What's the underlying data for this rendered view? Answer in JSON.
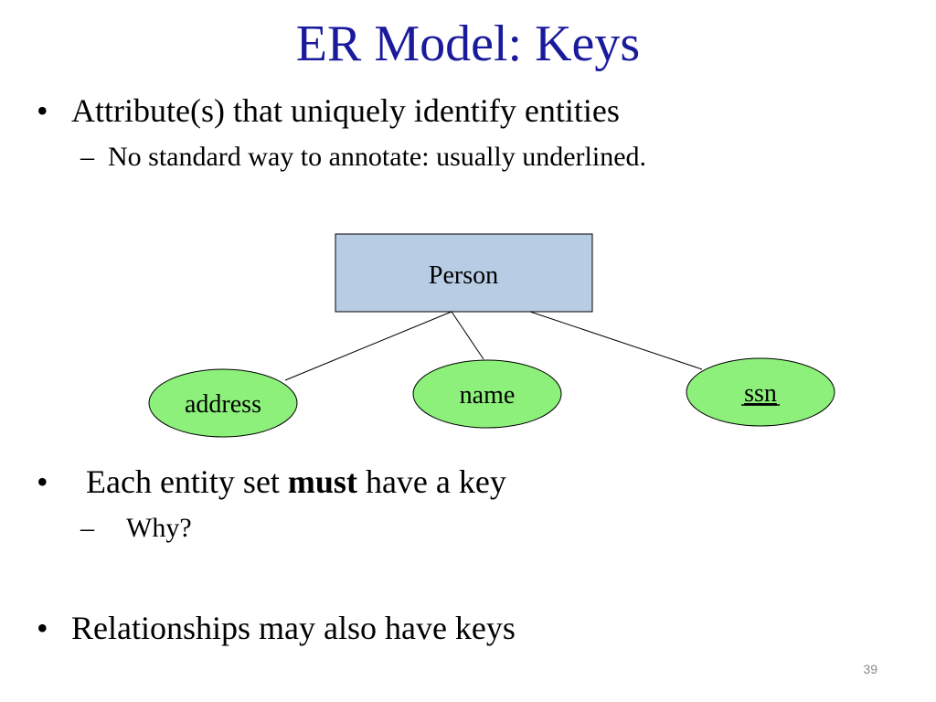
{
  "slide": {
    "title": "ER Model: Keys",
    "number": "39"
  },
  "bullets": {
    "b1": "Attribute(s) that uniquely identify entities",
    "b1_sub": "No standard way to annotate: usually underlined.",
    "b2_pre": "Each entity set ",
    "b2_bold": "must",
    "b2_post": " have a key",
    "b2_sub": "Why?",
    "b3": "Relationships may also have keys"
  },
  "markers": {
    "bullet": "•",
    "dash": "–"
  },
  "diagram": {
    "entity": "Person",
    "attributes": {
      "address": "address",
      "name": "name",
      "ssn": "ssn"
    },
    "colors": {
      "entity_fill": "#b8cce4",
      "attribute_fill": "#8cf07a",
      "stroke": "#000000"
    }
  }
}
